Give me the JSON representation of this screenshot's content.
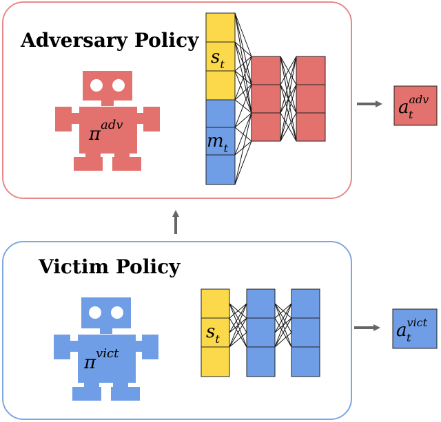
{
  "adversary": {
    "title": "Adversary Policy",
    "robot_symbol": "π",
    "robot_superscript": "adv",
    "state_symbol": "s",
    "state_subscript": "t",
    "memory_symbol": "m",
    "memory_subscript": "t",
    "action_symbol": "a",
    "action_subscript": "t",
    "action_superscript": "adv"
  },
  "victim": {
    "title": "Victim Policy",
    "robot_symbol": "π",
    "robot_superscript": "vict",
    "state_symbol": "s",
    "state_subscript": "t",
    "action_symbol": "a",
    "action_subscript": "t",
    "action_superscript": "vict"
  },
  "colors": {
    "adversary_fill": "#e3716e",
    "adversary_border": "#e58a88",
    "victim_fill": "#6f9ee6",
    "victim_border": "#7fa6e0",
    "state_fill": "#fbd94a",
    "arrow": "#666666"
  }
}
